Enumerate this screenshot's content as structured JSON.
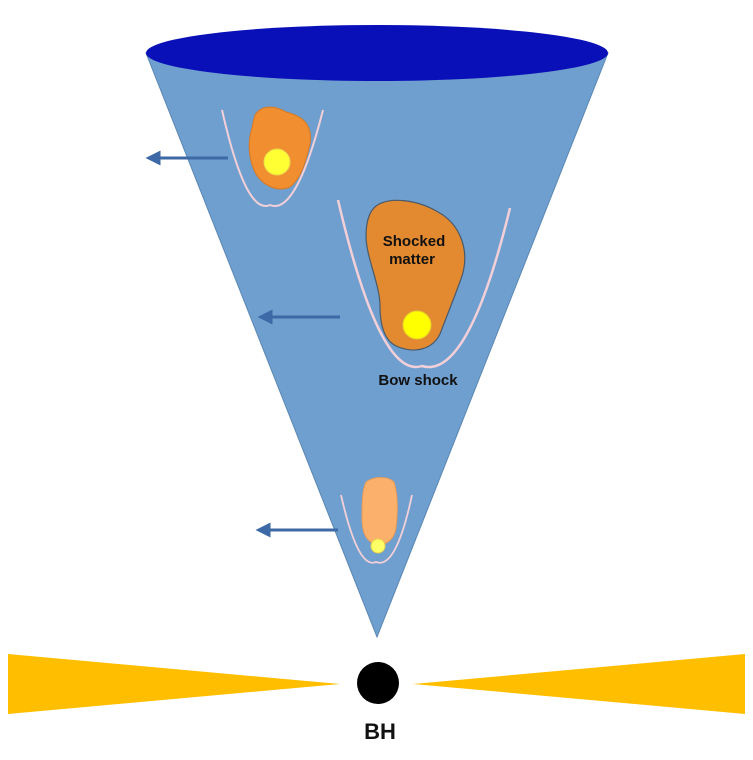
{
  "labels": {
    "shocked_matter_line1": "Shocked",
    "shocked_matter_line2": "matter",
    "bow_shock": "Bow shock",
    "black_hole": "BH"
  },
  "colors": {
    "cone_fill": "#6f9fce",
    "cone_top": "#0a10b8",
    "shocked_matter_dark": "#e38a30",
    "shocked_matter_mid": "#f08e30",
    "shocked_matter_light": "#fbb06c",
    "star": "#ffff00",
    "bow_shock_curve": "#f3cfd8",
    "arrow": "#3d6aa6",
    "accretion_disk": "#ffbf00",
    "black_hole": "#000000"
  },
  "icons": {
    "star": "yellow-circle",
    "black_hole": "black-circle",
    "motion_arrow": "left-arrow"
  }
}
